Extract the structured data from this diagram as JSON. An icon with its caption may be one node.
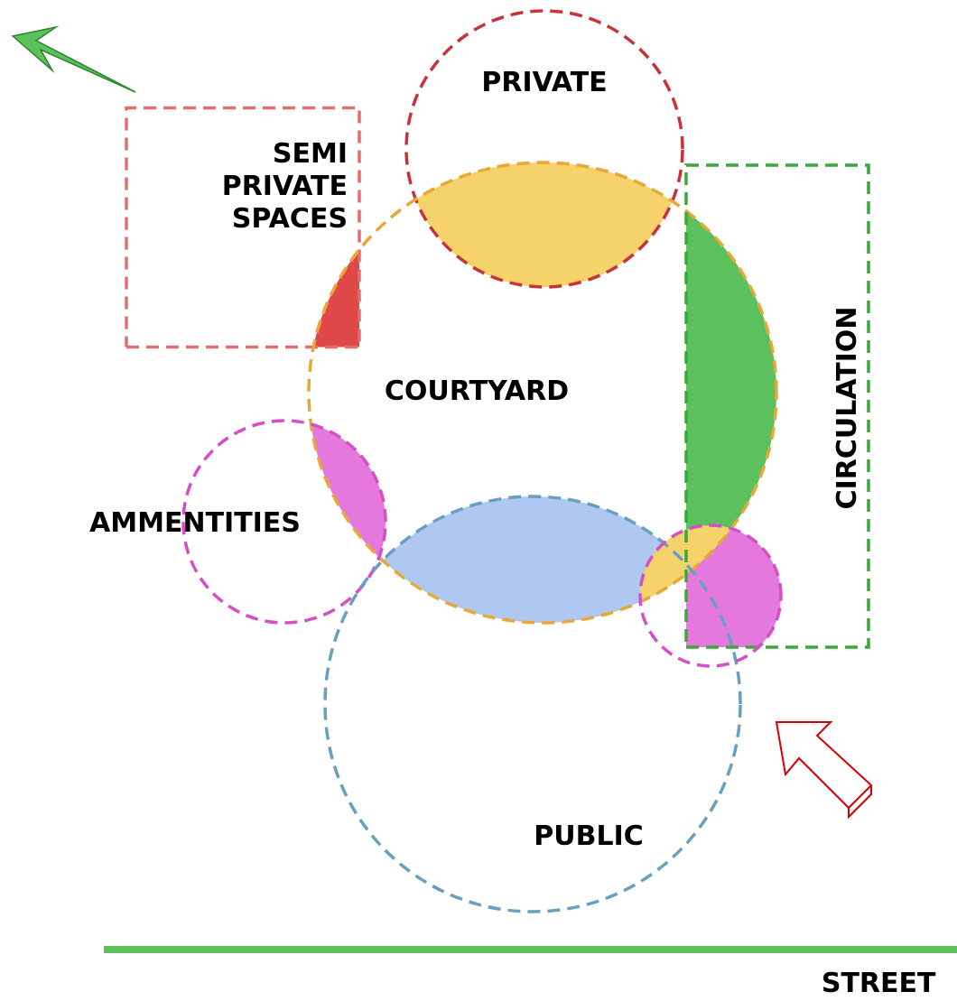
{
  "diagram": {
    "nodes": [
      {
        "text": [
          "PRIVATE"
        ]
      },
      {
        "text": [
          "SEMI PRIVATE SPACES"
        ]
      },
      {
        "text": [
          "COURTYARD"
        ]
      },
      {
        "text": [
          "CIRCULATION"
        ]
      },
      {
        "text": [
          "AMMENTITIES"
        ]
      },
      {
        "text": [
          "PUBLIC"
        ]
      },
      {
        "text": [],
        "shape": "circle"
      }
    ],
    "labels": [
      "STREET"
    ]
  }
}
